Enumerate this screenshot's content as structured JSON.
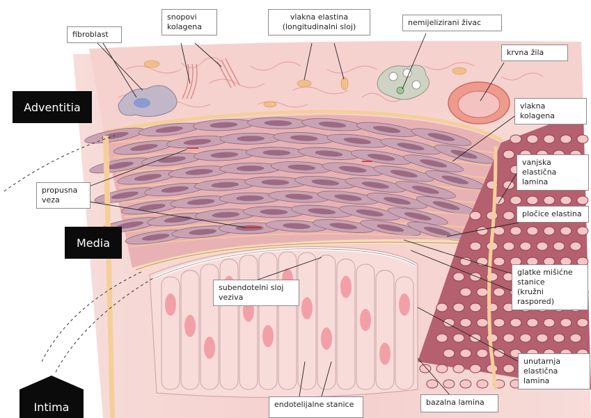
{
  "layers": {
    "adventitia": "Adventitia",
    "media": "Media",
    "intima": "Intima"
  },
  "labels": {
    "fibroblast": "fibroblast",
    "collagen_bundles": [
      "snopovi",
      "kolagena"
    ],
    "elastin_fibers": [
      "vlakna elastina",
      "(longitudinalni sloj)"
    ],
    "unmyelinated_nerve": "nemijelizirani živac",
    "blood_vessel": "krvna žila",
    "collagen_fibers": "vlakna kolagena",
    "external_elastic_lamina": [
      "vanjska elastična",
      "lamina"
    ],
    "gap_junction": [
      "propusna",
      "veza"
    ],
    "elastin_plates": "pločice elastina",
    "smooth_muscle": [
      "glatke mišićne",
      "stanice",
      "(kružni raspored)"
    ],
    "subendothelial_layer": [
      "subendotelni sloj",
      "veziva"
    ],
    "internal_elastic_lamina": [
      "unutarnja",
      "elastična lamina"
    ],
    "endothelial_cells": "endotelijalne stanice",
    "basal_lamina": "bazalna lamina"
  },
  "colors": {
    "adventitia_fill": "#f6d2cf",
    "media_fill": "#e8b2b4",
    "muscle_cell": "#c9a3b3",
    "muscle_nucleus": "#9c6a82",
    "elastin": "#f5cf9a",
    "intima_fill": "#f8dcda",
    "endothelial_nucleus": "#f2a0a8",
    "side_wall": "#b5606e",
    "label_border": "#8a8a8a",
    "tab_bg": "#0b0b0b"
  }
}
